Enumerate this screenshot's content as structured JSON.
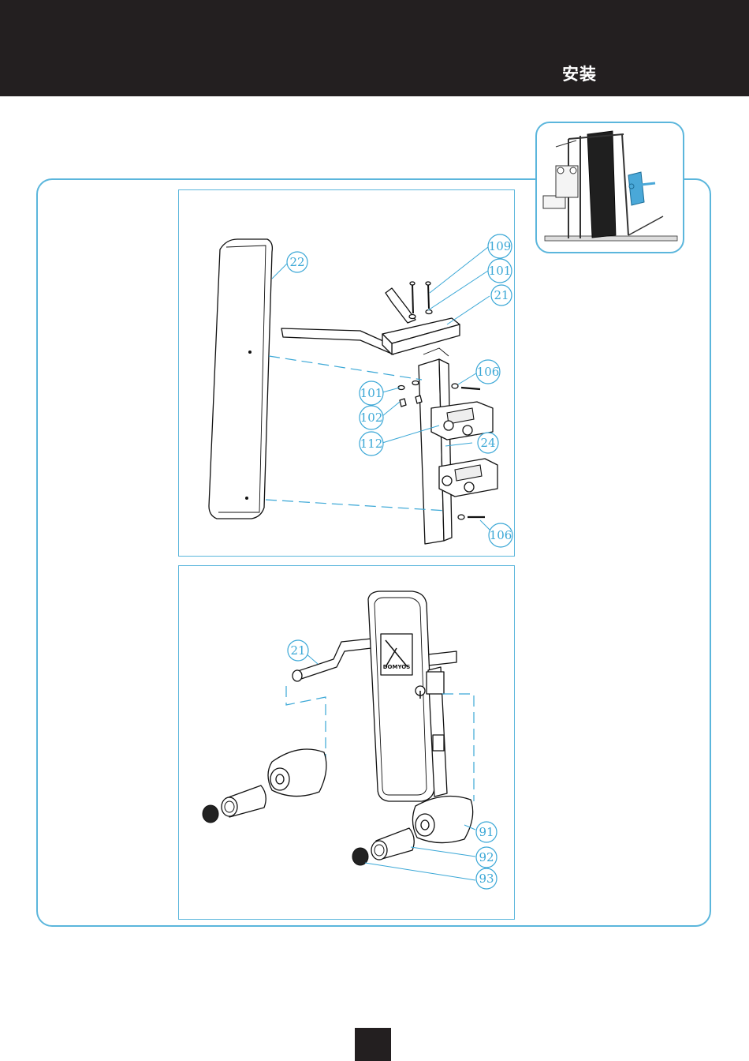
{
  "header": {
    "title": "安装"
  },
  "step1": {
    "callouts": [
      "22",
      "109",
      "101",
      "21",
      "106",
      "101",
      "102",
      "112",
      "24",
      "106"
    ]
  },
  "step2": {
    "logo_text": "DOMYOS",
    "callouts": [
      "21",
      "91",
      "92",
      "93"
    ]
  },
  "colors": {
    "accent": "#5bb6dc",
    "header": "#231f20",
    "machine_highlight": "#4aa8d8"
  }
}
